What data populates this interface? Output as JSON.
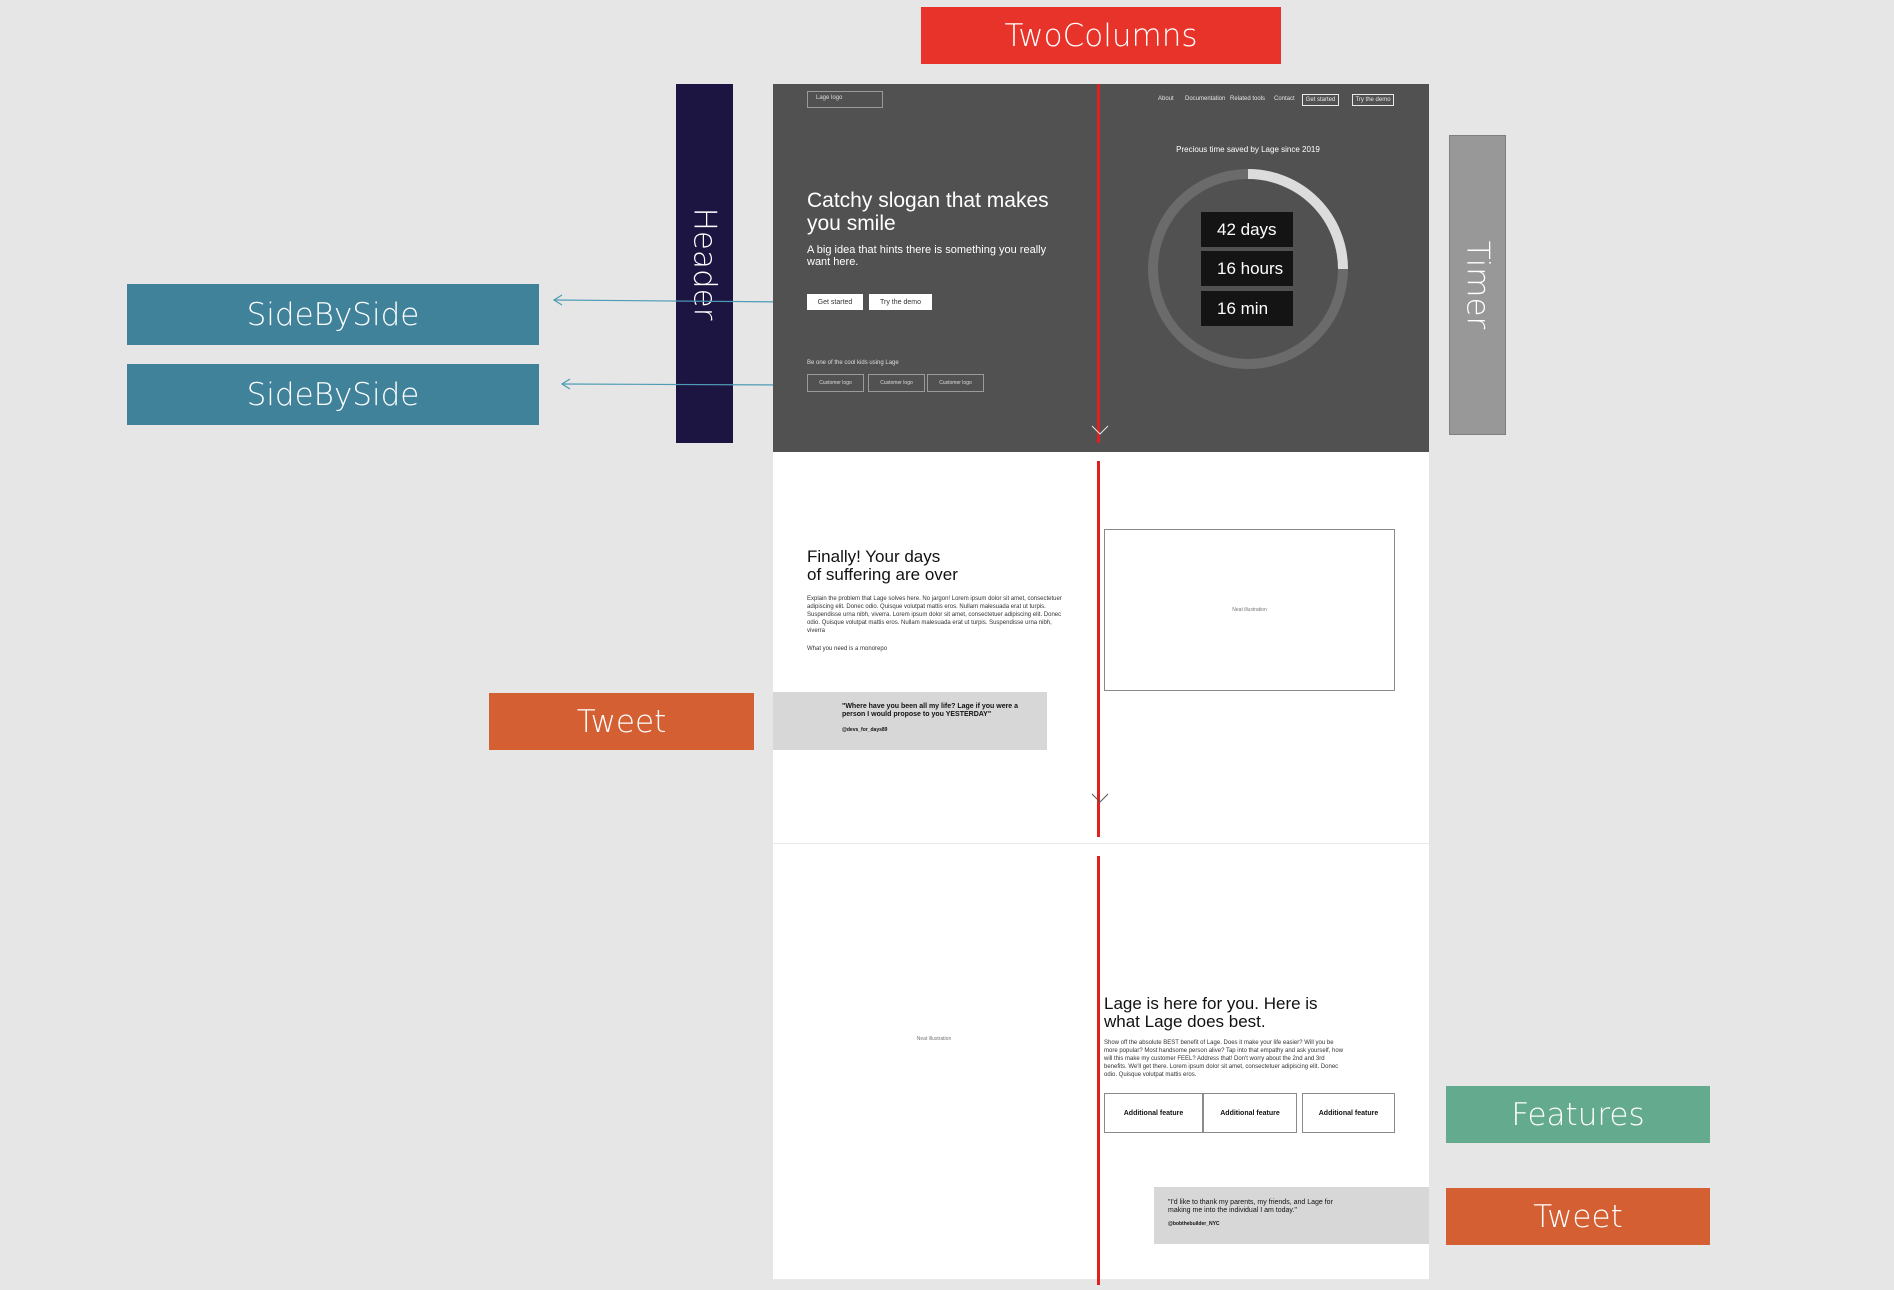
{
  "labels": {
    "two_columns": "TwoColumns",
    "header": "Header",
    "timer": "Timer",
    "side_by_side_1": "SideBySide",
    "side_by_side_2": "SideBySide",
    "tweet_1": "Tweet",
    "features": "Features",
    "tweet_2": "Tweet"
  },
  "colors": {
    "two_columns": "#e8332a",
    "header": "#1d1541",
    "timer": "#989898",
    "side_by_side": "#41829b",
    "tweet": "#d35f32",
    "features": "#63aa8f",
    "column_divider": "#e02020"
  },
  "hero": {
    "logo": "Lage logo",
    "nav": [
      "About",
      "Documentation",
      "Related tools",
      "Contact"
    ],
    "nav_get_started": "Get started",
    "nav_try_demo": "Try the demo",
    "title": "Catchy slogan that makes you smile",
    "subtitle": "A big idea that hints there is something you really want here.",
    "get_started": "Get started",
    "try_demo": "Try the demo",
    "cool_kids": "Be one of the cool kids using Lage",
    "customer_logos": [
      "Customer logo",
      "Customer logo",
      "Customer logo"
    ]
  },
  "timer": {
    "title": "Precious time saved by Lage since 2019",
    "days": "42 days",
    "hours": "16 hours",
    "minutes": "16 min",
    "progress": 0.25
  },
  "problem": {
    "title_line1": "Finally! Your days",
    "title_line2": "of suffering are over",
    "body": "Explain the problem that Lage solves here. No jargon! Lorem ipsum dolor sit amet, consectetuer adipiscing elit. Donec odio. Quisque volutpat mattis eros. Nullam malesuada erat ut turpis. Suspendisse urna nibh, viverra. Lorem ipsum dolor sit amet, consectetuer adipiscing elit. Donec odio. Quisque volutpat mattis eros. Nullam malesuada erat ut turpis. Suspendisse urna nibh, viverra",
    "body2": "What you need is a monorepo",
    "illustration": "Neat illustration"
  },
  "tweet1": {
    "quote": "\"Where have you been all my life? Lage if you were a person I would propose to you YESTERDAY\"",
    "handle": "@devs_for_days89"
  },
  "benefit": {
    "title_line1": "Lage is here for you. Here is",
    "title_line2": "what Lage does best.",
    "body": "Show off the absolute BEST benefit of Lage. Does it make your life easier? Will you be more popular? Most handsome person alive? Tap into that empathy and ask yourself, how will this make my customer FEEL? Address that! Don't worry about the 2nd and 3rd benefits. We'll get there. Lorem ipsum dolor sit amet, consectetuer adipiscing elit. Donec odio. Quisque volutpat mattis eros.",
    "illustration": "Neat illustration",
    "features": [
      "Additional feature",
      "Additional feature",
      "Additional feature"
    ]
  },
  "tweet2": {
    "quote": "\"I'd like to thank my parents, my friends, and Lage for making me into the individual I am today.\"",
    "handle": "@bobthebuilder_NYC"
  }
}
